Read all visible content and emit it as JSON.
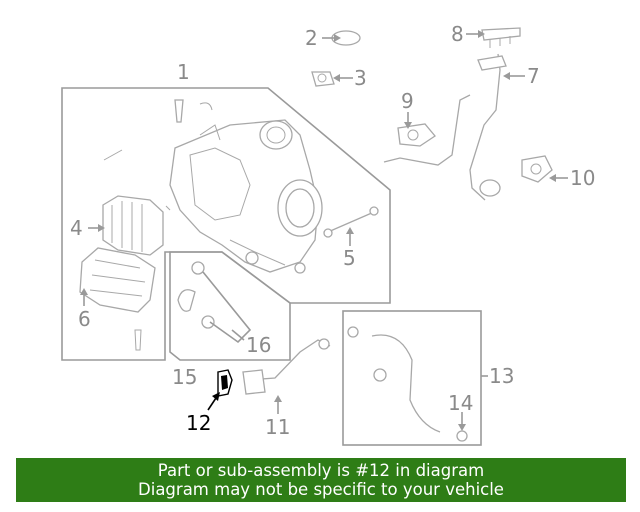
{
  "diagram": {
    "callouts": {
      "c1": "1",
      "c2": "2",
      "c3": "3",
      "c4": "4",
      "c5": "5",
      "c6": "6",
      "c7": "7",
      "c8": "8",
      "c9": "9",
      "c10": "10",
      "c11": "11",
      "c12": "12",
      "c13": "13",
      "c14": "14",
      "c15": "15",
      "c16": "16"
    },
    "highlighted_part": "12"
  },
  "banner": {
    "line1": "Part or sub-assembly is #12 in diagram",
    "line2": "Diagram may not be specific to your vehicle"
  },
  "colors": {
    "banner_bg": "#2e7d16",
    "line_art": "#a8a8a8",
    "highlight": "#000000"
  }
}
